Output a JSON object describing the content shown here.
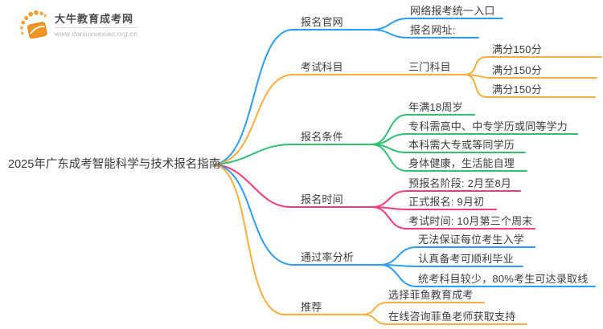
{
  "site": {
    "name": "大牛教育成考网",
    "url": "www.daniuxuexiao.org.cn"
  },
  "colors": {
    "blue": "#2d9cf4",
    "orange": "#fbae3c",
    "green": "#2ec272",
    "pink": "#f33d7b",
    "text": "#3c3c3c",
    "logo_orange": "#f29423"
  },
  "root": {
    "label": "2025年广东成考智能科学与技术报名指南"
  },
  "branches": [
    {
      "label": "报名官网",
      "color_name": "blue",
      "children": [
        {
          "label": "网络报考统一入口"
        },
        {
          "label": "报名网址:"
        }
      ]
    },
    {
      "label": "考试科目",
      "color_name": "orange",
      "children": [
        {
          "label": "三门科目",
          "children": [
            {
              "label": "满分150分"
            },
            {
              "label": "满分150分"
            },
            {
              "label": "满分150分"
            }
          ]
        }
      ]
    },
    {
      "label": "报名条件",
      "color_name": "green",
      "children": [
        {
          "label": "年满18周岁"
        },
        {
          "label": "专科需高中、中专学历或同等学力"
        },
        {
          "label": "本科需大专或等同学历"
        },
        {
          "label": "身体健康，生活能自理"
        }
      ]
    },
    {
      "label": "报名时间",
      "color_name": "pink",
      "children": [
        {
          "label": "预报名阶段: 2月至8月"
        },
        {
          "label": "正式报名: 9月初"
        },
        {
          "label": "考试时间: 10月第三个周末"
        }
      ]
    },
    {
      "label": "通过率分析",
      "color_name": "blue",
      "children": [
        {
          "label": "无法保证每位考生入学"
        },
        {
          "label": "认真备考可顺利毕业"
        },
        {
          "label": "统考科目较少，80%考生可达录取线"
        }
      ]
    },
    {
      "label": "推荐",
      "color_name": "orange",
      "children": [
        {
          "label": "选择菲鱼教育成考"
        },
        {
          "label": "在线咨询菲鱼老师获取支持"
        }
      ]
    }
  ]
}
